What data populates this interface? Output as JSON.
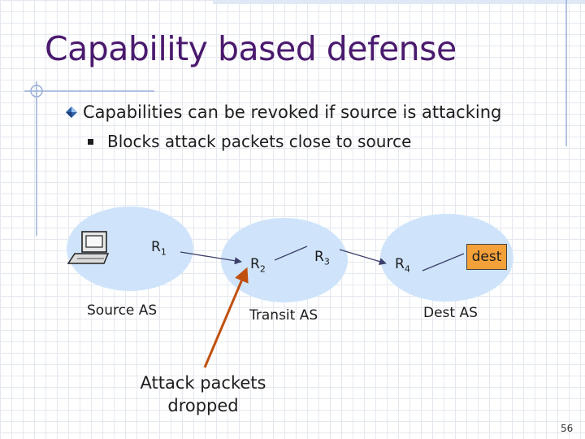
{
  "slide": {
    "title": "Capability based defense",
    "bullet_level1": "Capabilities can be revoked if source is attacking",
    "bullet_level2": "Blocks attack packets close to source",
    "page_number": "56"
  },
  "diagram": {
    "source_as_label": "Source AS",
    "transit_as_label": "Transit AS",
    "dest_as_label": "Dest AS",
    "dest_node_label": "dest",
    "routers": [
      {
        "letter": "R",
        "index": "1"
      },
      {
        "letter": "R",
        "index": "2"
      },
      {
        "letter": "R",
        "index": "3"
      },
      {
        "letter": "R",
        "index": "4"
      }
    ],
    "attack_label": "Attack packets\ndropped",
    "colors": {
      "region_fill": "#cfe4fb",
      "dest_box_fill": "#f4a13a",
      "attack_arrow": "#c0500f",
      "link": "#3b3f6b",
      "title": "#4a1a6e"
    }
  }
}
